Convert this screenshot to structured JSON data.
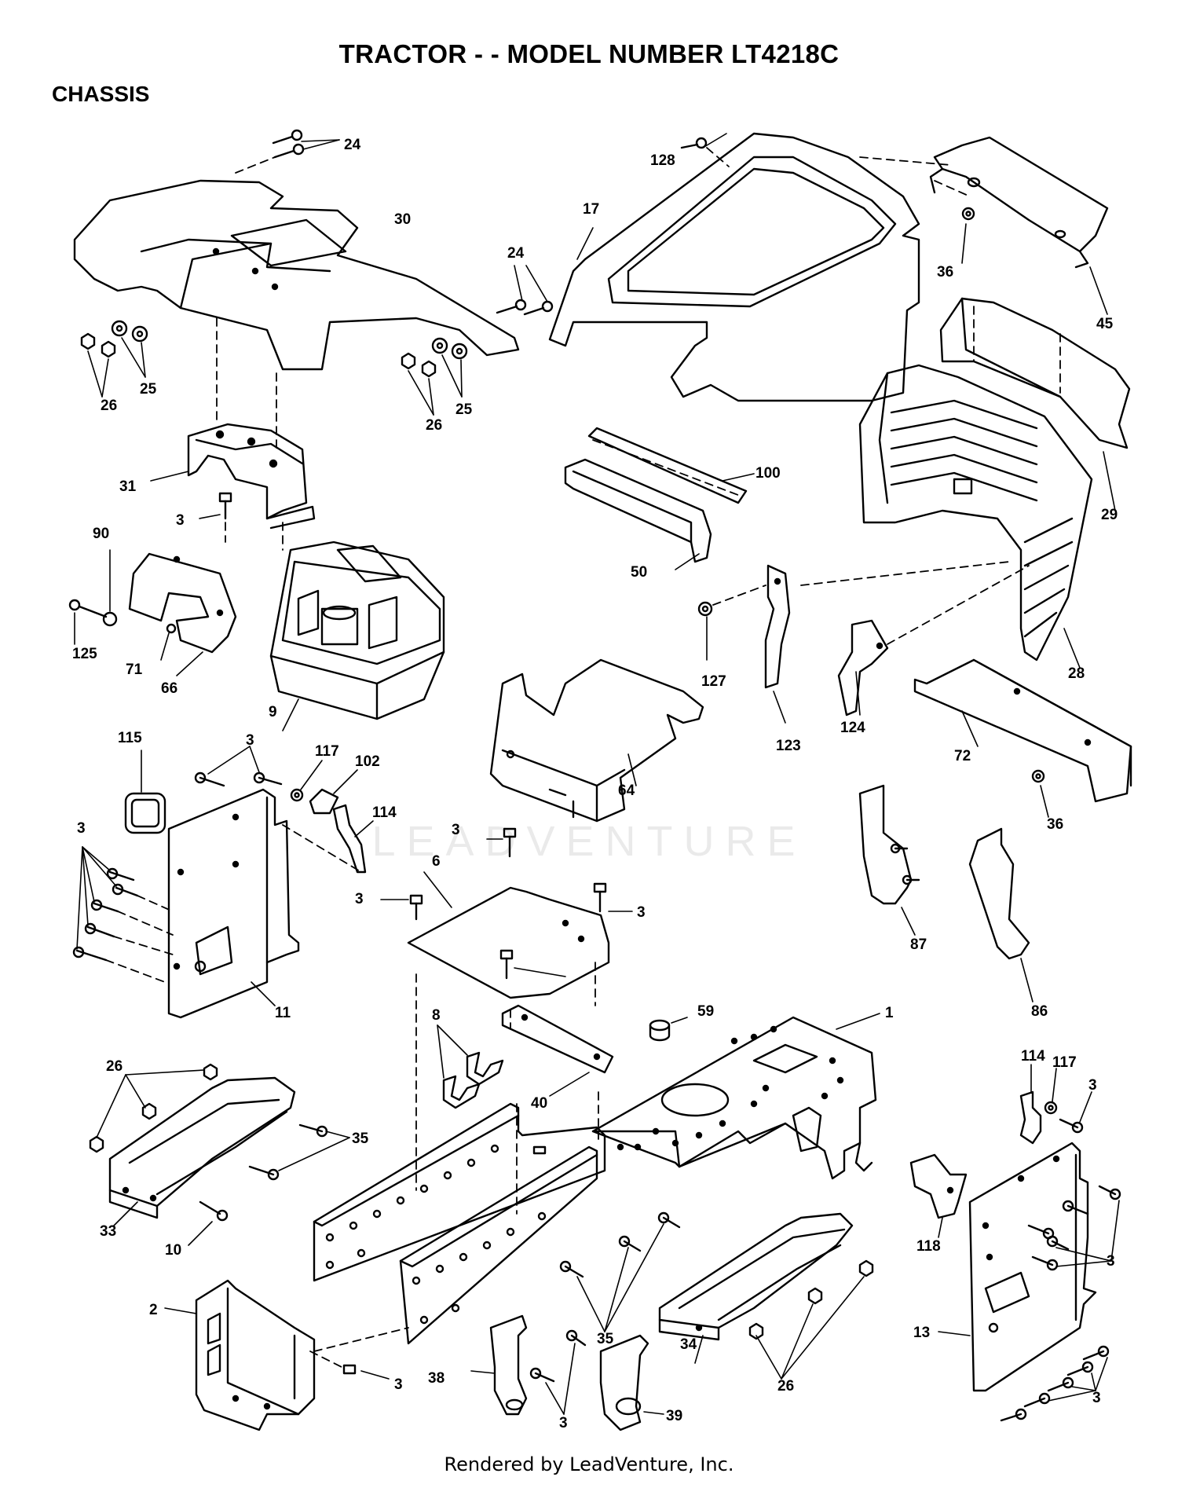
{
  "header": {
    "title": "TRACTOR - - MODEL NUMBER LT4218C",
    "section": "CHASSIS"
  },
  "watermark": "LEADVENTURE",
  "footer": "Rendered by LeadVenture, Inc.",
  "callouts": {
    "c24a": "24",
    "c128": "128",
    "c30": "30",
    "c17": "17",
    "c24b": "24",
    "c36a": "36",
    "c45": "45",
    "c25a": "25",
    "c26a": "26",
    "c26b": "26",
    "c25b": "25",
    "c100": "100",
    "c31": "31",
    "c29": "29",
    "c3a": "3",
    "c90": "90",
    "c50": "50",
    "c28": "28",
    "c125": "125",
    "c71": "71",
    "c66": "66",
    "c127": "127",
    "c123": "123",
    "c124": "124",
    "c9": "9",
    "c72": "72",
    "c115": "115",
    "c3b": "3",
    "c117a": "117",
    "c102": "102",
    "c64": "64",
    "c36b": "36",
    "c114a": "114",
    "c3c": "3",
    "c3d": "3",
    "c6": "6",
    "c3e": "3",
    "c87": "87",
    "c3f": "3",
    "c11": "11",
    "c86": "86",
    "c8": "8",
    "c59": "59",
    "c1": "1",
    "c40": "40",
    "c26c": "26",
    "c114b": "114",
    "c117b": "117",
    "c3g": "3",
    "c35a": "35",
    "c33": "33",
    "c10": "10",
    "c118": "118",
    "c3h": "3",
    "c2": "2",
    "c35b": "35",
    "c13": "13",
    "c34": "34",
    "c3i": "3",
    "c38": "38",
    "c26d": "26",
    "c3j": "3",
    "c3k": "3",
    "c39": "39"
  }
}
